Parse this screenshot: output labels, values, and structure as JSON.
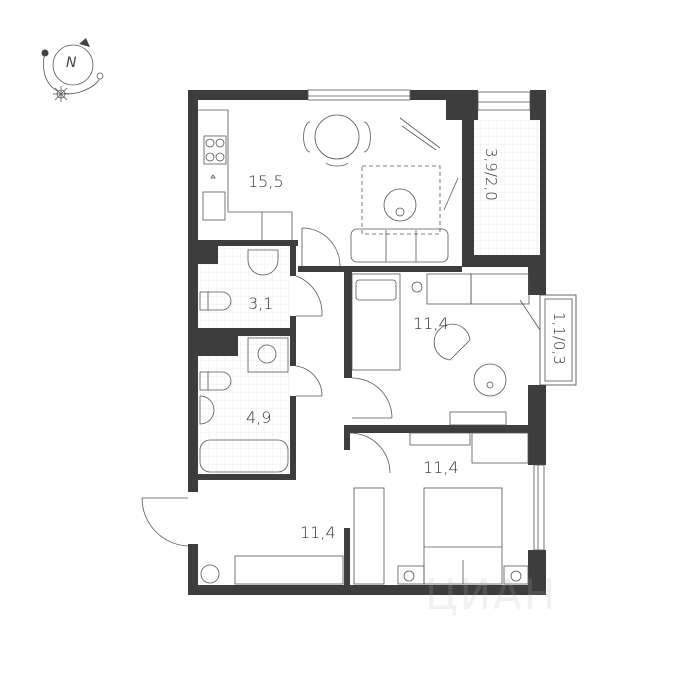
{
  "compass": {
    "label": "N"
  },
  "rooms": [
    {
      "id": "kitchen-living",
      "area": "15,5"
    },
    {
      "id": "loggia",
      "area": "3,9/2,0"
    },
    {
      "id": "bathroom-small",
      "area": "3,1"
    },
    {
      "id": "bathroom-large",
      "area": "4,9"
    },
    {
      "id": "bedroom-1",
      "area": "11,4"
    },
    {
      "id": "balcony",
      "area": "1,1/0,3"
    },
    {
      "id": "bedroom-2",
      "area": "11,4"
    },
    {
      "id": "hallway",
      "area": "11,4"
    }
  ],
  "watermark": "ЦИАН",
  "colors": {
    "wall": "#3d3d3d",
    "line": "#555555",
    "tile": "#e2e2e2"
  }
}
